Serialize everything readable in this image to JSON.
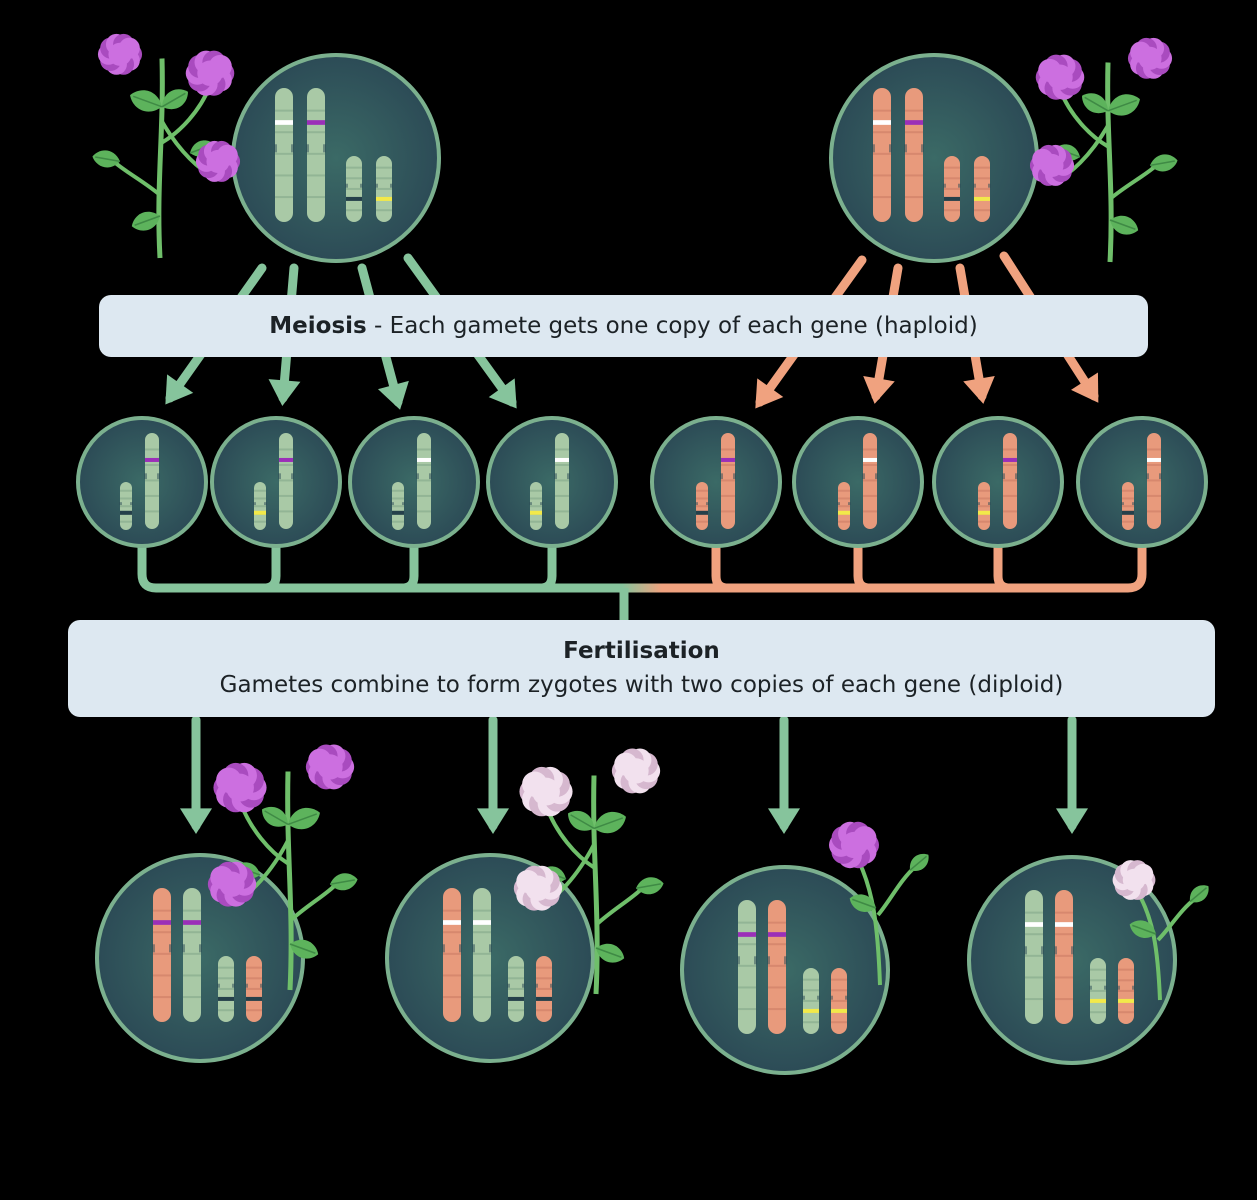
{
  "meiosis": {
    "title": "Meiosis",
    "separator": " - ",
    "description": "Each gamete gets one copy of each gene (haploid)"
  },
  "fertilisation": {
    "title": "Fertilisation",
    "description": "Gametes combine to form zygotes with two copies of each gene (diploid)"
  },
  "colors": {
    "background": "#000000",
    "banner": "#dde8f1",
    "cell_fill": "#2f4e57",
    "cell_ring": "#7bb08e",
    "green_path": "#86c49c",
    "orange_path": "#f0a27f",
    "green_chromosome": "#a9c9a6",
    "orange_chromosome": "#e89a7c",
    "band_white": "#ffffff",
    "band_purple": "#9b2fb8",
    "band_yellow": "#f2e94a",
    "band_dark": "#25404a",
    "flower_purple": "#cc6fe0",
    "flower_white": "#f2e1ee",
    "leaf_green": "#5db35c"
  },
  "parents": [
    {
      "id": "parent-green",
      "chromosomes": [
        "green",
        "green",
        "green",
        "green"
      ],
      "flower": "purple"
    },
    {
      "id": "parent-orange",
      "chromosomes": [
        "orange",
        "orange",
        "orange",
        "orange"
      ],
      "flower": "purple"
    }
  ],
  "gametes": [
    {
      "color": "green",
      "long_band": "purple",
      "short_band": "dark"
    },
    {
      "color": "green",
      "long_band": "purple",
      "short_band": "yellow"
    },
    {
      "color": "green",
      "long_band": "white",
      "short_band": "dark"
    },
    {
      "color": "green",
      "long_band": "white",
      "short_band": "yellow"
    },
    {
      "color": "orange",
      "long_band": "purple",
      "short_band": "dark"
    },
    {
      "color": "orange",
      "long_band": "white",
      "short_band": "yellow"
    },
    {
      "color": "orange",
      "long_band": "purple",
      "short_band": "yellow"
    },
    {
      "color": "orange",
      "long_band": "white",
      "short_band": "dark"
    }
  ],
  "zygotes": [
    {
      "long": [
        "orange",
        "green"
      ],
      "long_bands": [
        "purple",
        "purple"
      ],
      "short": [
        "green",
        "orange"
      ],
      "short_bands": [
        "dark",
        "dark"
      ],
      "flower": "purple",
      "size": "large"
    },
    {
      "long": [
        "orange",
        "green"
      ],
      "long_bands": [
        "white",
        "white"
      ],
      "short": [
        "green",
        "orange"
      ],
      "short_bands": [
        "dark",
        "dark"
      ],
      "flower": "white",
      "size": "large"
    },
    {
      "long": [
        "green",
        "orange"
      ],
      "long_bands": [
        "purple",
        "purple"
      ],
      "short": [
        "green",
        "orange"
      ],
      "short_bands": [
        "yellow",
        "yellow"
      ],
      "flower": "purple",
      "size": "small"
    },
    {
      "long": [
        "green",
        "orange"
      ],
      "long_bands": [
        "white",
        "white"
      ],
      "short": [
        "green",
        "orange"
      ],
      "short_bands": [
        "yellow",
        "yellow"
      ],
      "flower": "white",
      "size": "small"
    }
  ]
}
